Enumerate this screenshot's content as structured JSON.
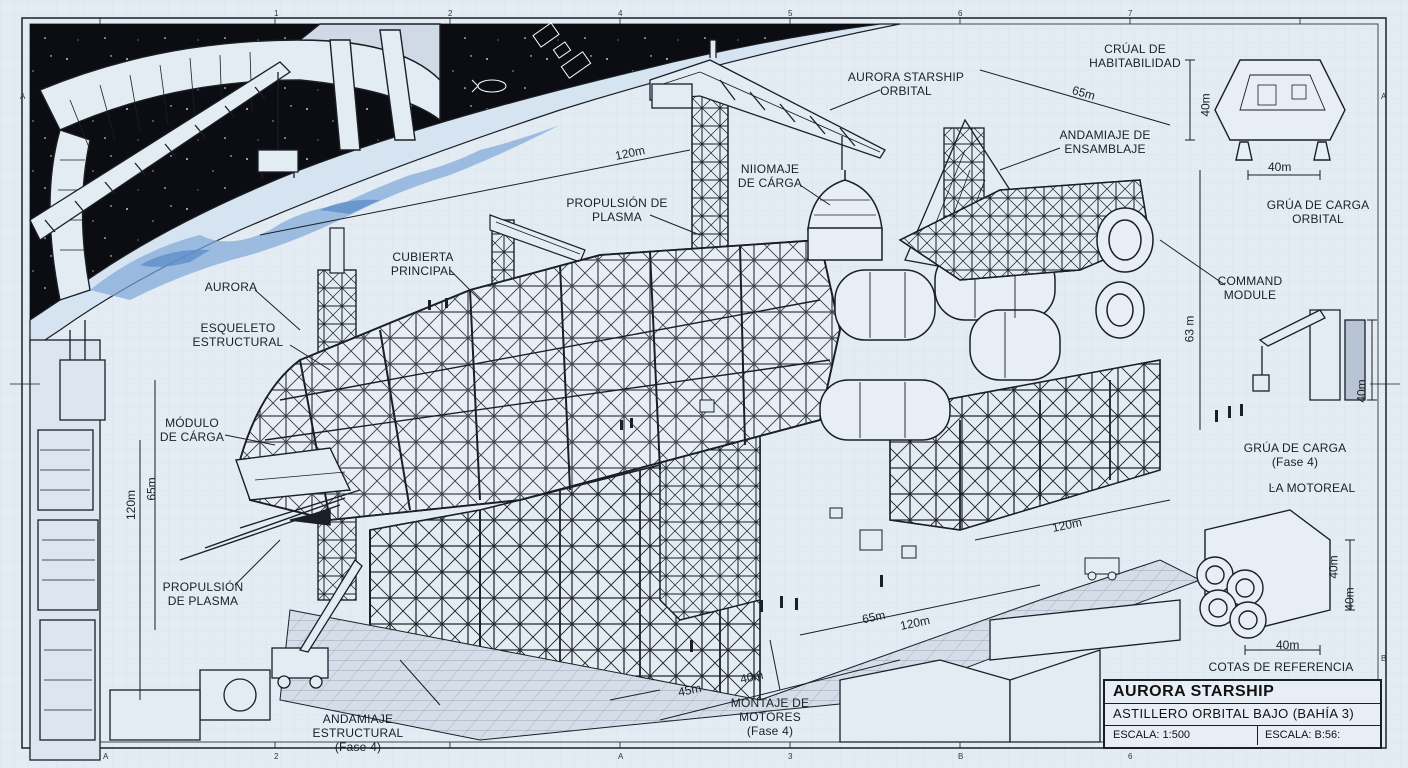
{
  "title_block": {
    "title": "AURORA STARSHIP",
    "subtitle": "ASTILLERO ORBITAL BAJO (BAHÍA 3)",
    "scale_left": "ESCALA: 1:500",
    "scale_right": "ESCALA: B:56:"
  },
  "labels": {
    "aurora_starship_orbital": "AURORA STARSHIP\nORBITAL",
    "andamiaje_ensamblaje": "ANDAMIAJE DE\nENSAMBLAJE",
    "cradle_habitabilidad": "CRÚAL DE\nHABITABILIDAD",
    "grua_orbital": "GRÚA DE CARGA\nORBITAL",
    "command_module": "COMMAND\nMODULE",
    "grua_fase4": "GRÚA DE CARGA\n(Fase 4)",
    "motoreal": "ĿA MOTOREAL",
    "cotas": "COTAS DE REFERENCIA",
    "nucleaje_carga": "NIIOMAJE\nDE CÁRGA",
    "propulsion_top": "PROPULSIÓN DE\nPLASMA",
    "cubierta": "CUBIERTA\nPRINCIPAL",
    "aurora": "AURORA",
    "esqueleto": "ESQUELETO\nESTRUCTURAL",
    "modulo_carga": "MÓDULO\nDE CÁRGA",
    "propulsion_left": "PROPULSIÓN\nDE PLASMA",
    "andamiaje_estructural": "ANDAMIAJE ESTRUCTURAL\n(Fase 4)",
    "montaje_motores": "MONTAJE DE\nMOTORES\n(Fase 4)"
  },
  "dimensions": {
    "d120_top": "120m",
    "d65_top": "65m",
    "d40_detail_v": "40m",
    "d40_detail_h": "40m",
    "d63": "63 m",
    "d120_left": "120m",
    "d65_left": "65m",
    "d120_right": "120m",
    "d65_bottom": "65m",
    "d120_bottom": "120m",
    "d40_bottom": "40m",
    "d45_bottom": "45m",
    "d40_crane": "40m",
    "d40_engine_v": "40m",
    "d40_engine_v2": "40m",
    "d40_engine_h": "40m"
  },
  "ruler": {
    "top": [
      "1",
      "2",
      "4",
      "5",
      "6",
      "7"
    ],
    "bottom": [
      "A",
      "2",
      "A",
      "3",
      "B",
      "6"
    ],
    "side": [
      "A",
      "B"
    ]
  },
  "colors": {
    "paper": "#e3ebf3",
    "ink": "#1b1f26",
    "space": "#0b0d12",
    "earth_blue": "#7da7d9"
  }
}
